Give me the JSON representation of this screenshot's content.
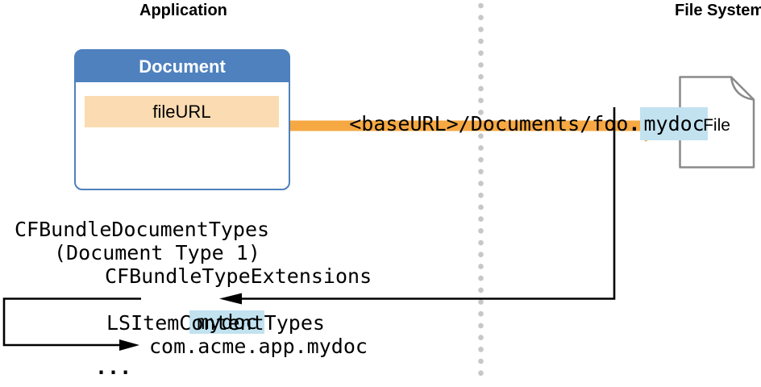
{
  "headers": {
    "left": "Application",
    "right": "File System"
  },
  "document_box": {
    "title": "Document",
    "field_label": "fileURL"
  },
  "file_url_path": {
    "prefix": "<baseURL>/Documents/foo",
    "separator": ".",
    "extension": "mydoc"
  },
  "file_icon": {
    "label": "File"
  },
  "plist": {
    "lines": [
      "CFBundleDocumentTypes",
      "(Document Type 1)",
      "CFBundleTypeExtensions",
      "mydoc",
      "LSItemContentTypes",
      "com.acme.app.mydoc",
      "..."
    ]
  },
  "colors": {
    "box_blue": "#4e81bd",
    "field_peach": "#fbdcb2",
    "highlight_blue": "#c2e2f0",
    "arrow_orange": "#f6a843",
    "divider_gray": "#c7c7c7",
    "icon_stroke_gray": "#8a8a8a",
    "connector_black": "#000000"
  }
}
